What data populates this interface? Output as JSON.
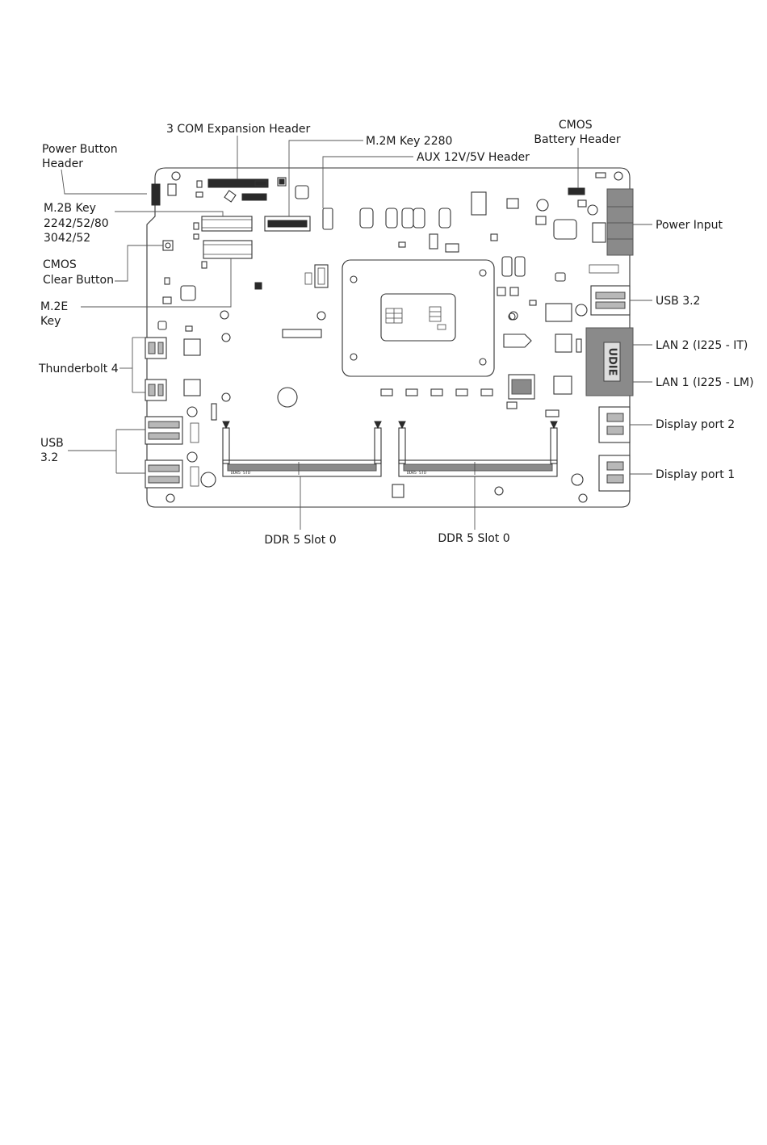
{
  "labels": {
    "power_button_header": [
      "Power Button",
      "Header"
    ],
    "com_expansion_header": [
      "3 COM Expansion Header"
    ],
    "m2m_key": [
      "M.2M Key 2280"
    ],
    "aux_header": [
      "AUX 12V/5V Header"
    ],
    "cmos_battery_header": [
      "CMOS",
      "Battery Header"
    ],
    "m2b_key": [
      "M.2B Key",
      "2242/52/80",
      "3042/52"
    ],
    "cmos_clear_button": [
      "CMOS",
      "Clear Button"
    ],
    "m2e_key": [
      "M.2E",
      "Key"
    ],
    "thunderbolt": [
      "Thunderbolt 4"
    ],
    "usb_left": [
      "USB",
      "3.2"
    ],
    "power_input": [
      "Power Input"
    ],
    "usb_right": [
      "USB 3.2"
    ],
    "lan2": [
      "LAN 2 (I225 - IT)"
    ],
    "lan1": [
      "LAN 1 (I225 - LM)"
    ],
    "display_port_2": [
      "Display port 2"
    ],
    "display_port_1": [
      "Display port 1"
    ],
    "ddr_slot_left": [
      "DDR 5 Slot 0"
    ],
    "ddr_slot_right": [
      "DDR 5 Slot 0"
    ]
  },
  "connector_text": {
    "lan_stack": "UDIE",
    "ddr_left_marking": "DDR5 STD",
    "ddr_right_marking": "DDR5 STD"
  }
}
